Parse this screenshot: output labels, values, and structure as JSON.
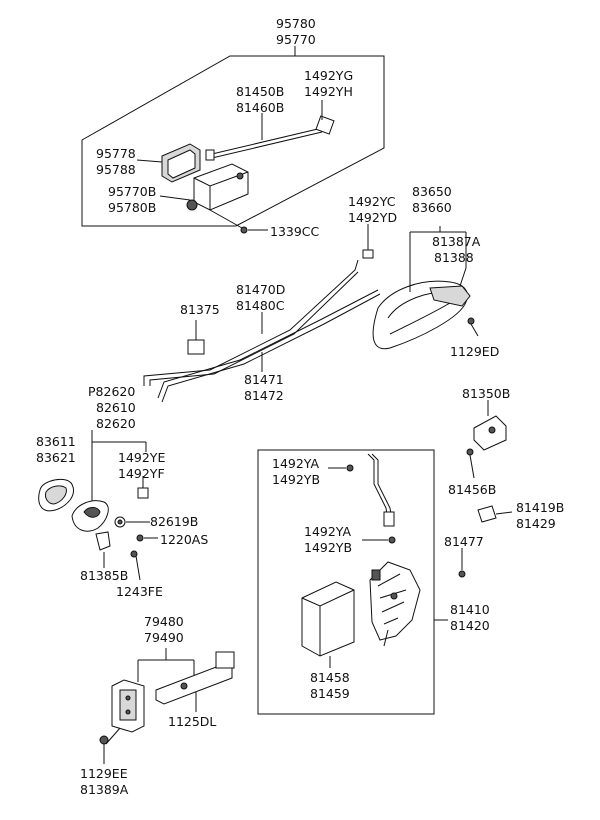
{
  "labels": {
    "l95780": "95780",
    "l95770": "95770",
    "l1492YG": "1492YG",
    "l1492YH": "1492YH",
    "l81450B": "81450B",
    "l81460B": "81460B",
    "l95778": "95778",
    "l95788": "95788",
    "l95770B": "95770B",
    "l95780B": "95780B",
    "l1339CC": "1339CC",
    "l1492YC": "1492YC",
    "l1492YD": "1492YD",
    "l83650": "83650",
    "l83660": "83660",
    "l81387A": "81387A",
    "l81388": "81388",
    "l81470D": "81470D",
    "l81480C": "81480C",
    "l81375": "81375",
    "l1129ED": "1129ED",
    "l81471": "81471",
    "l81472": "81472",
    "lP82620": "P82620",
    "l82610": "82610",
    "l82620": "82620",
    "l81350B": "81350B",
    "l83611": "83611",
    "l83621": "83621",
    "l1492YE": "1492YE",
    "l1492YF": "1492YF",
    "l1492YA_1": "1492YA",
    "l1492YB_1": "1492YB",
    "l81456B": "81456B",
    "l81419B": "81419B",
    "l81429": "81429",
    "l82619B": "82619B",
    "l1220AS": "1220AS",
    "l1492YA_2": "1492YA",
    "l1492YB_2": "1492YB",
    "l81385B": "81385B",
    "l1243FE": "1243FE",
    "l81477": "81477",
    "l81410": "81410",
    "l81420": "81420",
    "l79480": "79480",
    "l79490": "79490",
    "l81458": "81458",
    "l81459": "81459",
    "l1125DL": "1125DL",
    "l1129EE": "1129EE",
    "l81389A": "81389A"
  }
}
